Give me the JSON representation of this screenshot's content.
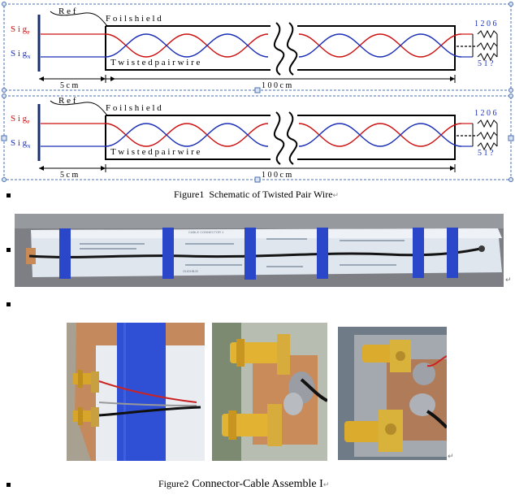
{
  "figure1": {
    "caption_label": "Figure1",
    "caption_text": "Schematic of Twisted Pair Wire",
    "return_mark": "↵",
    "schematic": {
      "ref_label": "R e f",
      "foil_label": "F o i l  s h i e l d",
      "sigp_label": "S i g",
      "sigp_sub": "P",
      "sign_label": "S i g",
      "sign_sub": "N",
      "twisted_label": "T w i s t e d  p a i r  w i r e",
      "r1_label": "1 2 0 6",
      "r2_label": "5 1  ?",
      "dim1_label": "5  c m",
      "dim2_label": "1 0 0  c m"
    },
    "colors": {
      "red": "#cc1111",
      "blue": "#1a2fb5",
      "frame": "#4a6fb0"
    }
  },
  "photo_row": {
    "return_mark": "↵"
  },
  "figure2": {
    "caption_label": "Figure2",
    "caption_text": "Connector-Cable Assemble I",
    "return_mark": "↵"
  },
  "board_print": {
    "header": "CABLE CONNECTOR 1",
    "small_text": "OUDHBJ5"
  }
}
